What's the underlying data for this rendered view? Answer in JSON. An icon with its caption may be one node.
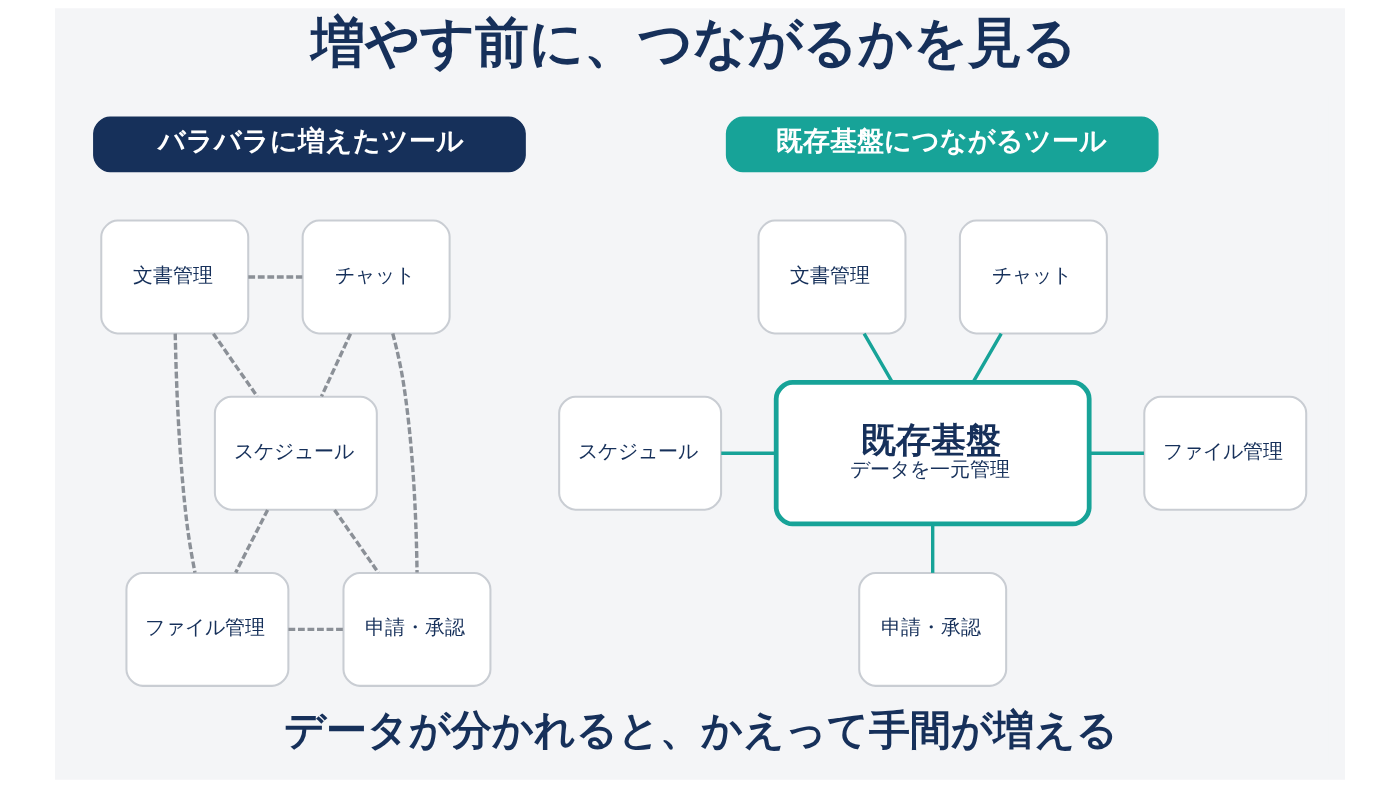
{
  "diagram": {
    "title": "増やす前に、つながるかを見る",
    "caption": "データが分かれると、かえって手間が増える",
    "nodes": [
      {
        "text": [
          "バラバラに増えたツール"
        ]
      },
      {
        "text": [
          "文書管理"
        ]
      },
      {
        "text": [
          "チャット"
        ]
      },
      {
        "text": [
          "スケジュール"
        ]
      },
      {
        "text": [
          "ファイル管理"
        ]
      },
      {
        "text": [
          "申請・承認"
        ]
      },
      {
        "text": [
          "既存基盤につながるツール"
        ]
      },
      {
        "text": [
          "文書管理"
        ]
      },
      {
        "text": [
          "チャット"
        ]
      },
      {
        "text": [
          "既存基盤",
          "データを一元管理"
        ]
      },
      {
        "text": [
          "スケジュール"
        ]
      },
      {
        "text": [
          "ファイル管理"
        ]
      },
      {
        "text": [
          "申請・承認"
        ]
      }
    ],
    "edges": [
      {
        "from": 1,
        "to": 2,
        "arrow": "none",
        "style": "dashed"
      },
      {
        "from": 1,
        "to": 3,
        "arrow": "none",
        "style": "dashed"
      },
      {
        "from": 2,
        "to": 3,
        "arrow": "none",
        "style": "dashed"
      },
      {
        "from": 1,
        "to": 4,
        "arrow": "none",
        "style": "dashed"
      },
      {
        "from": 3,
        "to": 4,
        "arrow": "none",
        "style": "dashed"
      },
      {
        "from": 3,
        "to": 5,
        "arrow": "none",
        "style": "dashed"
      },
      {
        "from": 2,
        "to": 5,
        "arrow": "none",
        "style": "dashed"
      },
      {
        "from": 4,
        "to": 5,
        "arrow": "none",
        "style": "dashed"
      },
      {
        "from": 7,
        "to": 9,
        "arrow": "none",
        "color": "#17a398"
      },
      {
        "from": 8,
        "to": 9,
        "arrow": "none",
        "color": "#17a398"
      },
      {
        "from": 10,
        "to": 9,
        "arrow": "none",
        "color": "#17a398"
      },
      {
        "from": 9,
        "to": 11,
        "arrow": "none",
        "color": "#17a398"
      },
      {
        "from": 9,
        "to": 12,
        "arrow": "none",
        "color": "#17a398"
      }
    ]
  }
}
